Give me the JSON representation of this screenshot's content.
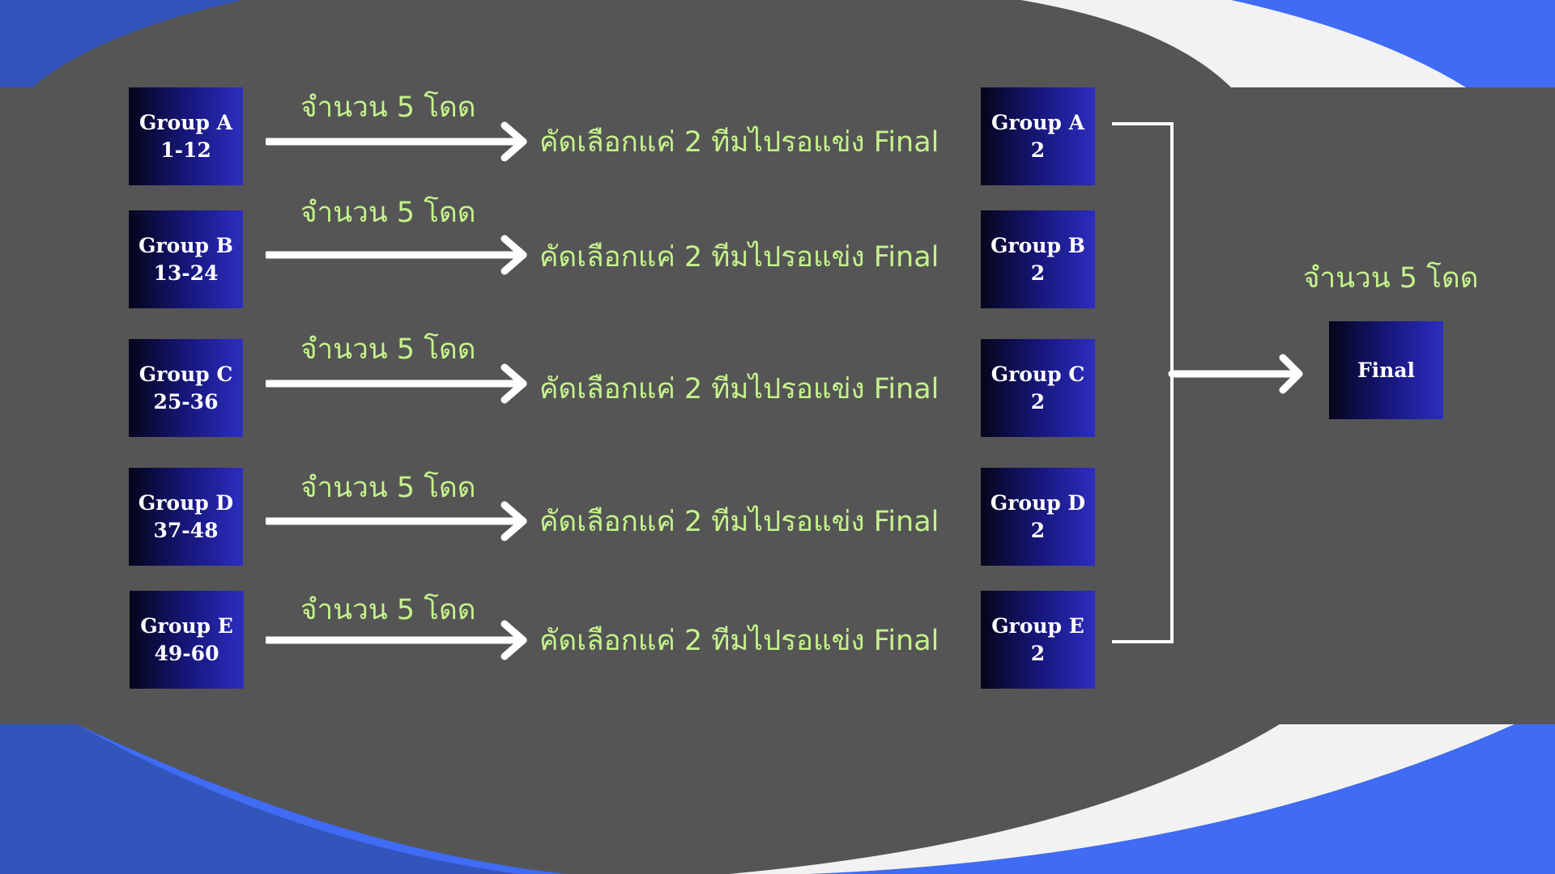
{
  "colors": {
    "panel": "#555555",
    "accent_blue": "#3f6bf5",
    "dark_blue": "#3355bb",
    "white_band": "#f2f2f2",
    "text_green": "#c5f28c",
    "box_gradient": [
      "#05051a",
      "#2d2dc0"
    ]
  },
  "groups": [
    {
      "name": "Group A",
      "range": "1-12",
      "count_label": "จำนวน 5 โดด",
      "select_label": "คัดเลือกแค่ 2 ทีมไปรอแข่ง Final",
      "result_name": "Group A",
      "result_value": "2"
    },
    {
      "name": "Group B",
      "range": "13-24",
      "count_label": "จำนวน 5 โดด",
      "select_label": "คัดเลือกแค่ 2 ทีมไปรอแข่ง Final",
      "result_name": "Group B",
      "result_value": "2"
    },
    {
      "name": "Group C",
      "range": "25-36",
      "count_label": "จำนวน 5 โดด",
      "select_label": "คัดเลือกแค่ 2 ทีมไปรอแข่ง Final",
      "result_name": "Group C",
      "result_value": "2"
    },
    {
      "name": "Group D",
      "range": "37-48",
      "count_label": "จำนวน 5 โดด",
      "select_label": "คัดเลือกแค่ 2 ทีมไปรอแข่ง Final",
      "result_name": "Group D",
      "result_value": "2"
    },
    {
      "name": "Group E",
      "range": "49-60",
      "count_label": "จำนวน 5 โดด",
      "select_label": "คัดเลือกแค่ 2 ทีมไปรอแข่ง Final",
      "result_name": "Group E",
      "result_value": "2"
    }
  ],
  "final": {
    "label": "Final",
    "count_label": "จำนวน 5 โดด"
  }
}
